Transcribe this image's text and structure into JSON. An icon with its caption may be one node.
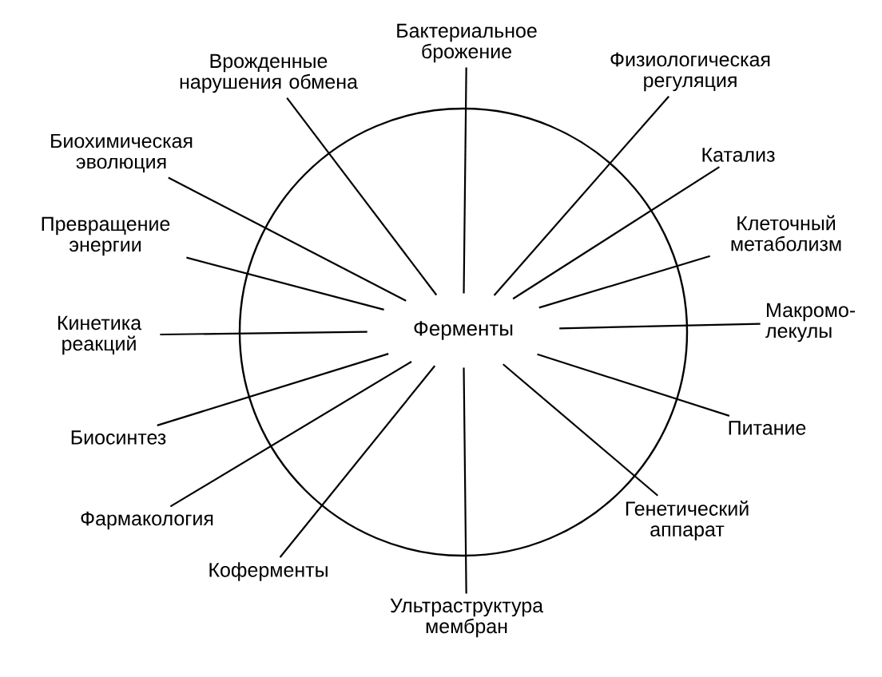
{
  "diagram": {
    "nodes": [
      {
        "text": [
          "Ферменты"
        ]
      },
      {
        "text": [
          "Бактериальное брожение"
        ]
      },
      {
        "text": [
          "Физиологическая регуляция"
        ]
      },
      {
        "text": [
          "Катализ"
        ]
      },
      {
        "text": [
          "Клеточный метаболизм"
        ]
      },
      {
        "text": [
          "Макромо- лекулы"
        ]
      },
      {
        "text": [
          "Питание"
        ]
      },
      {
        "text": [
          "Генетический аппарат"
        ]
      },
      {
        "text": [
          "Ультраструктура мембран"
        ]
      },
      {
        "text": [
          "Коферменты"
        ]
      },
      {
        "text": [
          "Фармакология"
        ]
      },
      {
        "text": [
          "Биосинтез"
        ]
      },
      {
        "text": [
          "Кинетика реакций"
        ]
      },
      {
        "text": [
          "Превращение энергии"
        ]
      },
      {
        "text": [
          "Биохимическая эволюция"
        ]
      },
      {
        "text": [
          "Врожденные нарушения обмена"
        ]
      }
    ],
    "edges": [
      {
        "from": 0,
        "to": 1,
        "arrow": "none"
      },
      {
        "from": 0,
        "to": 2,
        "arrow": "none"
      },
      {
        "from": 0,
        "to": 3,
        "arrow": "none"
      },
      {
        "from": 0,
        "to": 4,
        "arrow": "none"
      },
      {
        "from": 0,
        "to": 5,
        "arrow": "none"
      },
      {
        "from": 0,
        "to": 6,
        "arrow": "none"
      },
      {
        "from": 0,
        "to": 7,
        "arrow": "none"
      },
      {
        "from": 0,
        "to": 8,
        "arrow": "none"
      },
      {
        "from": 0,
        "to": 9,
        "arrow": "none"
      },
      {
        "from": 0,
        "to": 10,
        "arrow": "none"
      },
      {
        "from": 0,
        "to": 11,
        "arrow": "none"
      },
      {
        "from": 0,
        "to": 12,
        "arrow": "none"
      },
      {
        "from": 0,
        "to": 13,
        "arrow": "none"
      },
      {
        "from": 0,
        "to": 14,
        "arrow": "none"
      },
      {
        "from": 0,
        "to": 15,
        "arrow": "none"
      }
    ]
  }
}
